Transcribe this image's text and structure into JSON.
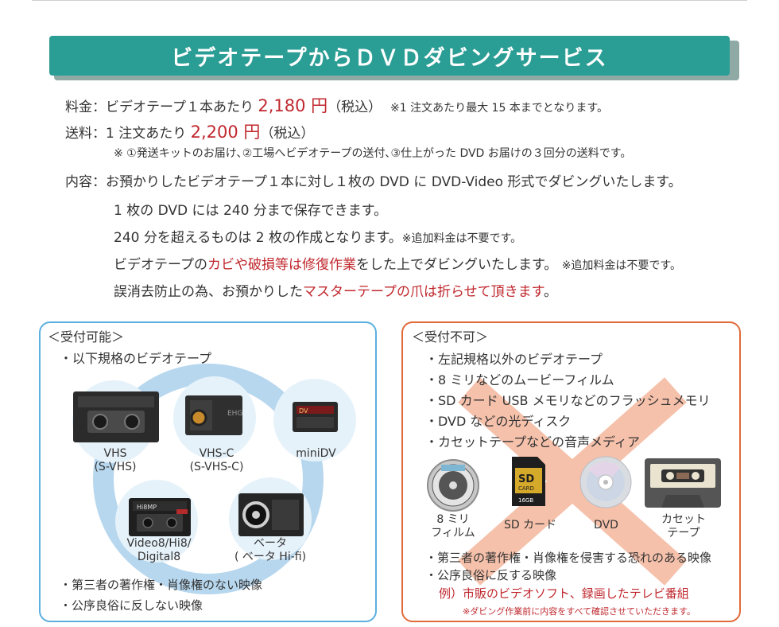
{
  "banner": {
    "title": "ビデオテープからＤＶＤダビングサービス"
  },
  "price": {
    "label": "料金：",
    "text": "ビデオテープ１本あたり",
    "amount": "2,180 円",
    "tax": "（税込）",
    "note": "※1 注文あたり最大 15 本までとなります。"
  },
  "shipping": {
    "label": "送料：",
    "text": "1 注文あたり",
    "amount": "2,200 円",
    "tax": "（税込）",
    "note": "※ ①発送キットのお届け､②工場へビデオテープの送付､③仕上がった DVD お届けの３回分の送料です。"
  },
  "content": {
    "label": "内容：",
    "line1": "お預かりしたビデオテープ１本に対し１枚の DVD に DVD-Video 形式でダビングいたします。",
    "line2": "1 枚の DVD には 240 分まで保存できます。",
    "line3_main": "240 分を超えるものは 2 枚の作成となります。",
    "line3_note": "※追加料金は不要です。",
    "line4_pre": "ビデオテープの",
    "line4_red": "カビや破損等は修復作業",
    "line4_post": "をした上でダビングいたします。",
    "line4_note": "※追加料金は不要です。",
    "line5_pre": "誤消去防止の為、お預かりした",
    "line5_red": "マスターテープの爪は折らせて頂きます",
    "line5_post": "。"
  },
  "accept": {
    "title": "＜受付可能＞",
    "intro": "・以下規格のビデオテープ",
    "tapes": [
      {
        "line1": "VHS",
        "line2": "(S-VHS)"
      },
      {
        "line1": "VHS-C",
        "line2": "(S-VHS-C)"
      },
      {
        "line1": "miniDV",
        "line2": ""
      },
      {
        "line1": "Video8/Hi8/",
        "line2": "Digital8"
      },
      {
        "line1": "ベータ",
        "line2": "( ベータ Hi-fi)"
      }
    ],
    "tape_labels": {
      "vhsc": "EHG",
      "hi8": "Hi8MP",
      "minidv": "DV"
    },
    "cond1": "・第三者の著作権・肖像権のない映像",
    "cond2": "・公序良俗に反しない映像"
  },
  "reject": {
    "title": "＜受付不可＞",
    "items": [
      "・左記規格以外のビデオテープ",
      "・8 ミリなどのムービーフィルム",
      "・SD カード USB メモリなどのフラッシュメモリ",
      "・DVD などの光ディスク",
      "・カセットテープなどの音声メディア"
    ],
    "media": [
      {
        "line1": "8 ミリ",
        "line2": "フィルム"
      },
      {
        "line1": "SD カード",
        "line2": ""
      },
      {
        "line1": "DVD",
        "line2": ""
      },
      {
        "line1": "カセット",
        "line2": "テープ"
      }
    ],
    "sd_text": {
      "big": "SD",
      "card": "CARD",
      "size": "16GB"
    },
    "cond1": "・第三者の著作権・肖像権を侵害する恐れのある映像",
    "cond2": "・公序良俗に反する映像",
    "example": "例）市販のビデオソフト、録画したテレビ番組",
    "footnote": "※ダビング作業前に内容をすべて確認させていただきます。"
  },
  "colors": {
    "banner": "#2a9d94",
    "accent_red": "#c0282e",
    "accept_border": "#5bb0df",
    "reject_border": "#e06a3a",
    "cross": "#f6c1ab"
  }
}
